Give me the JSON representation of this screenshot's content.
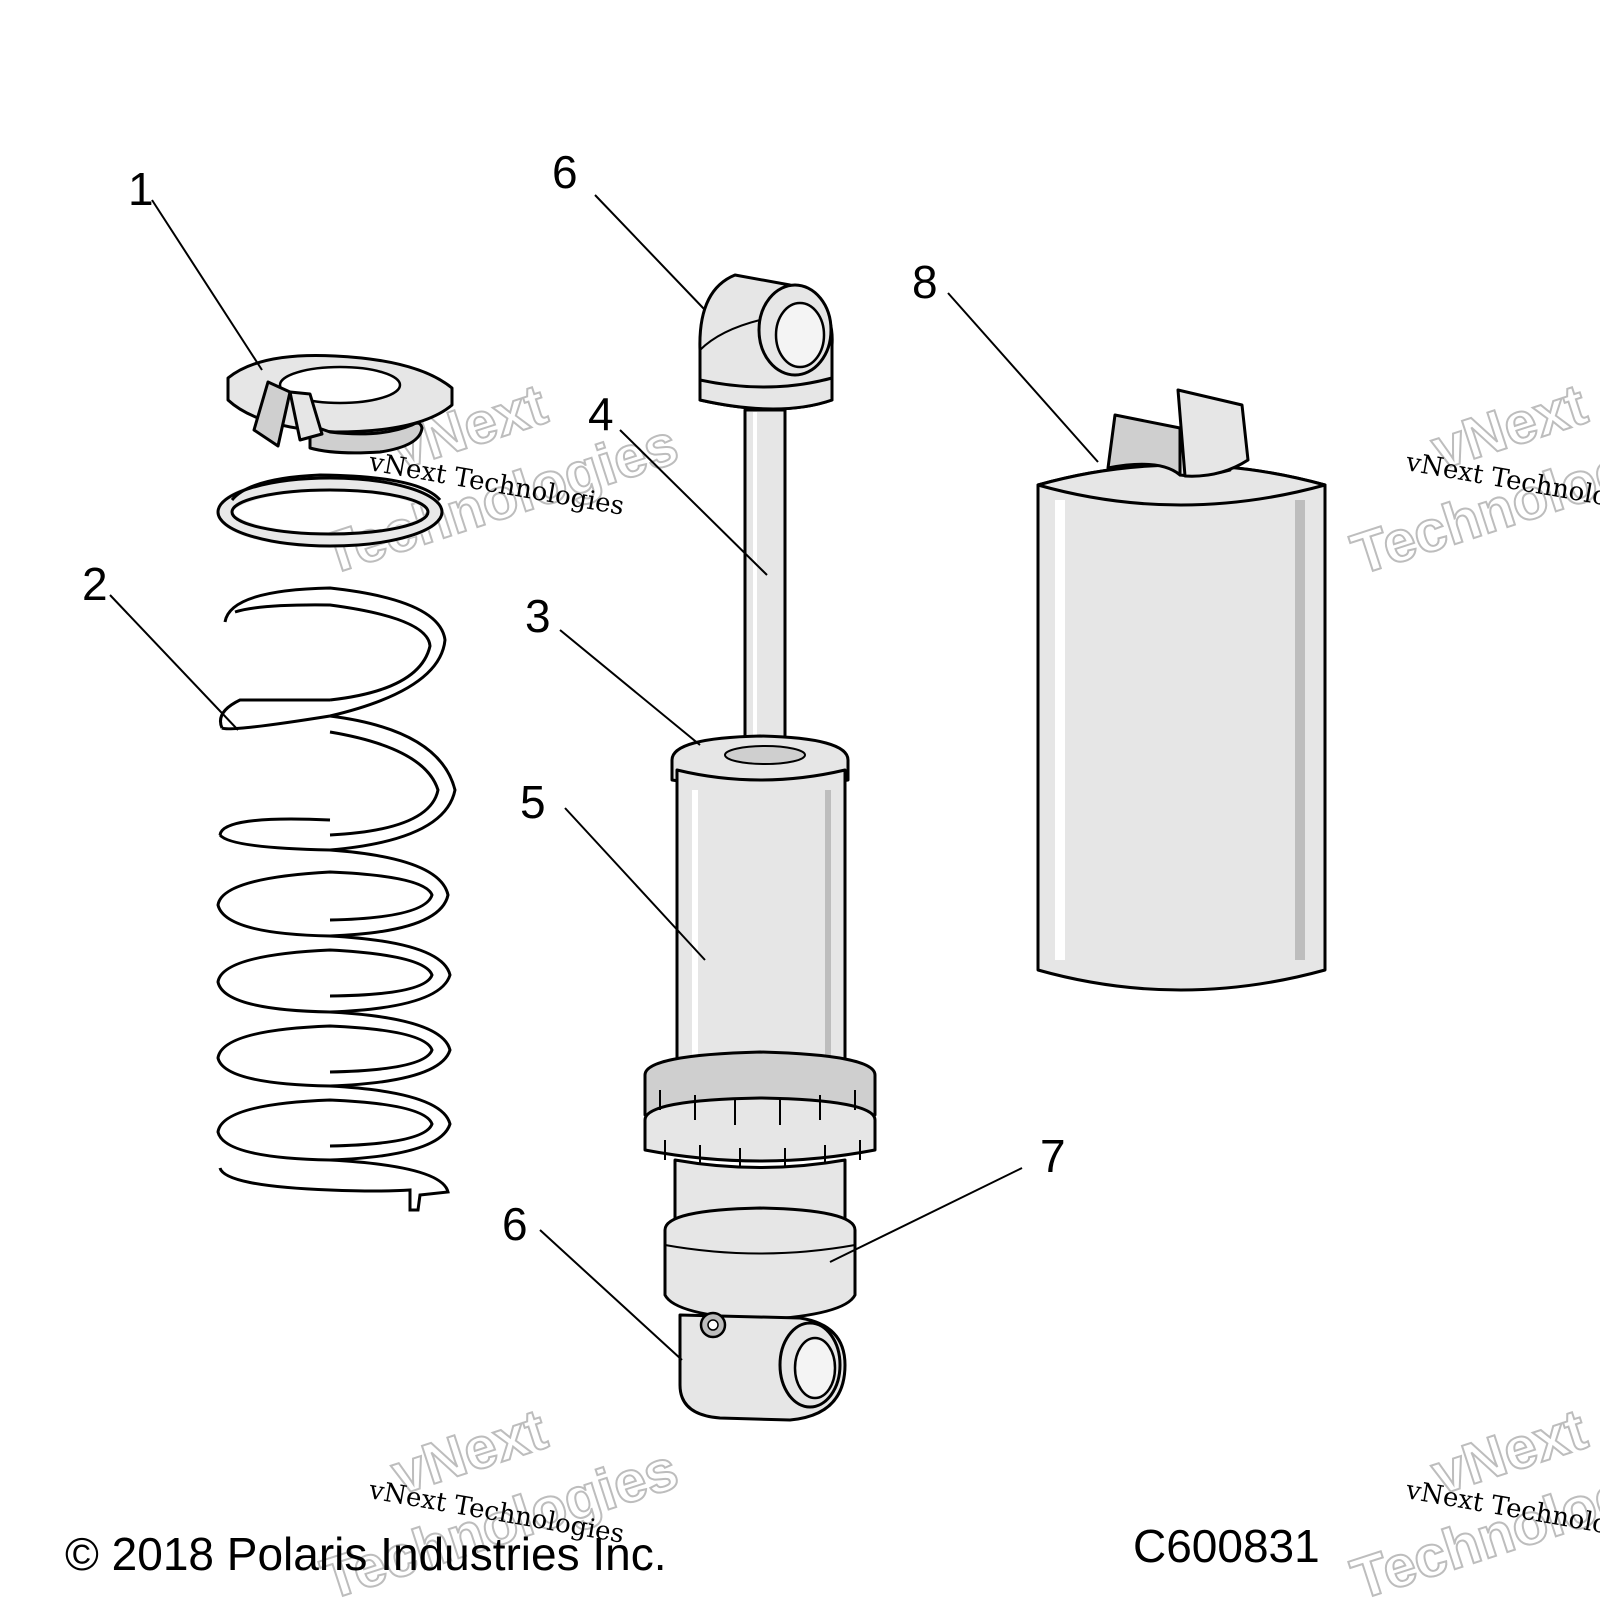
{
  "callouts": {
    "c1": "1",
    "c2": "2",
    "c3": "3",
    "c4": "4",
    "c5": "5",
    "c6_top": "6",
    "c6_bottom": "6",
    "c7": "7",
    "c8": "8"
  },
  "watermark": {
    "small": "vNext Technologies",
    "big_line1": "vNext",
    "big_line2": "Technologies"
  },
  "footer": {
    "copyright": "© 2018 Polaris Industries Inc.",
    "code": "C600831"
  }
}
